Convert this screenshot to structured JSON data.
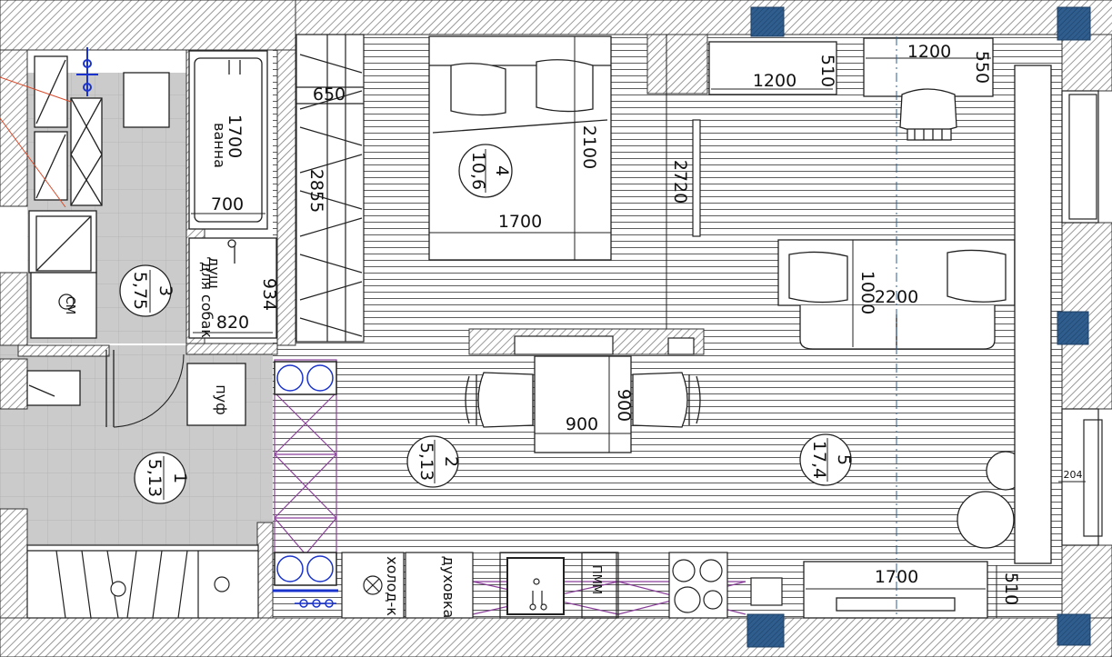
{
  "colors": {
    "wall_hatch": "#808080",
    "tile_gray": "#cbcbcb",
    "window_blue": "#2e5d8e",
    "plumbing_blue": "#1a33cc",
    "cabinet_purple": "#8a3f9a",
    "leader_red": "#d84a2a"
  },
  "rooms": [
    {
      "number": "1",
      "area": "5,13"
    },
    {
      "number": "2",
      "area": "5,13"
    },
    {
      "number": "3",
      "area": "5,75"
    },
    {
      "number": "4",
      "area": "10,6"
    },
    {
      "number": "5",
      "area": "17,4"
    }
  ],
  "labels": {
    "bath": "ванна",
    "dog_shower_1": "душ",
    "dog_shower_2": "для собак",
    "washer": "СМ",
    "pouf": "пуф",
    "fridge": "холод-к",
    "oven": "духовка",
    "dishwasher": "ПММ"
  },
  "dimensions": {
    "bath_length": "1700",
    "bath_width": "700",
    "shower_len": "934",
    "shower_width": "820",
    "wardrobe_depth": "650",
    "wardrobe_len": "2855",
    "bed_length": "2100",
    "bed_width": "1700",
    "room_depth": "2720",
    "desk1_len": "1200",
    "desk1_depth": "510",
    "desk2_len": "1200",
    "desk2_depth": "550",
    "sofa_len": "2200",
    "sofa_depth": "1000",
    "table_w": "900",
    "table_d": "900",
    "tv_len": "1700",
    "tv_depth": "510",
    "radiator": "204"
  }
}
